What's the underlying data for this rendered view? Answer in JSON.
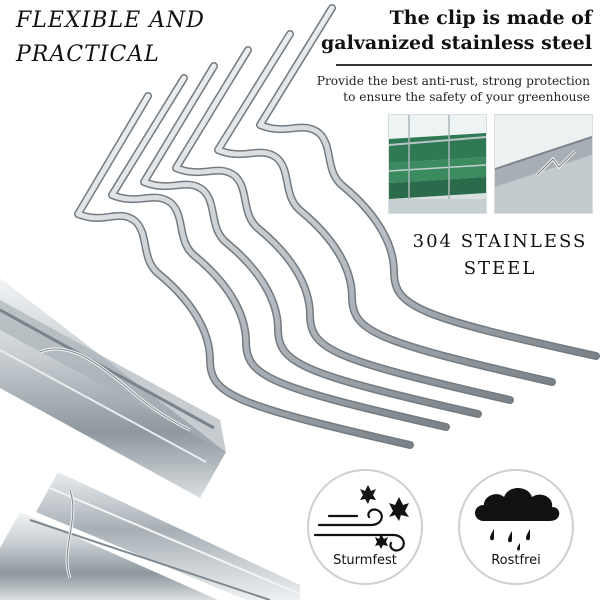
{
  "headline": {
    "line1": "FLEXIBLE AND",
    "line2": "PRACTICAL"
  },
  "material": {
    "title_line1": "The clip is made of",
    "title_line2": "galvanized stainless steel",
    "desc_line1": "Provide the best anti-rust, strong protection",
    "desc_line2": "to ensure the safety of your greenhouse"
  },
  "steel_grade": {
    "line1": "304 STAINLESS",
    "line2": "STEEL"
  },
  "features": [
    {
      "label": "Sturmfest",
      "icon": "wind-leaves-icon"
    },
    {
      "label": "Rostfrei",
      "icon": "rain-cloud-icon"
    }
  ],
  "colors": {
    "accent_dark": "#111111",
    "steel": "#c7ccd0",
    "steel_dark": "#6f777d"
  }
}
